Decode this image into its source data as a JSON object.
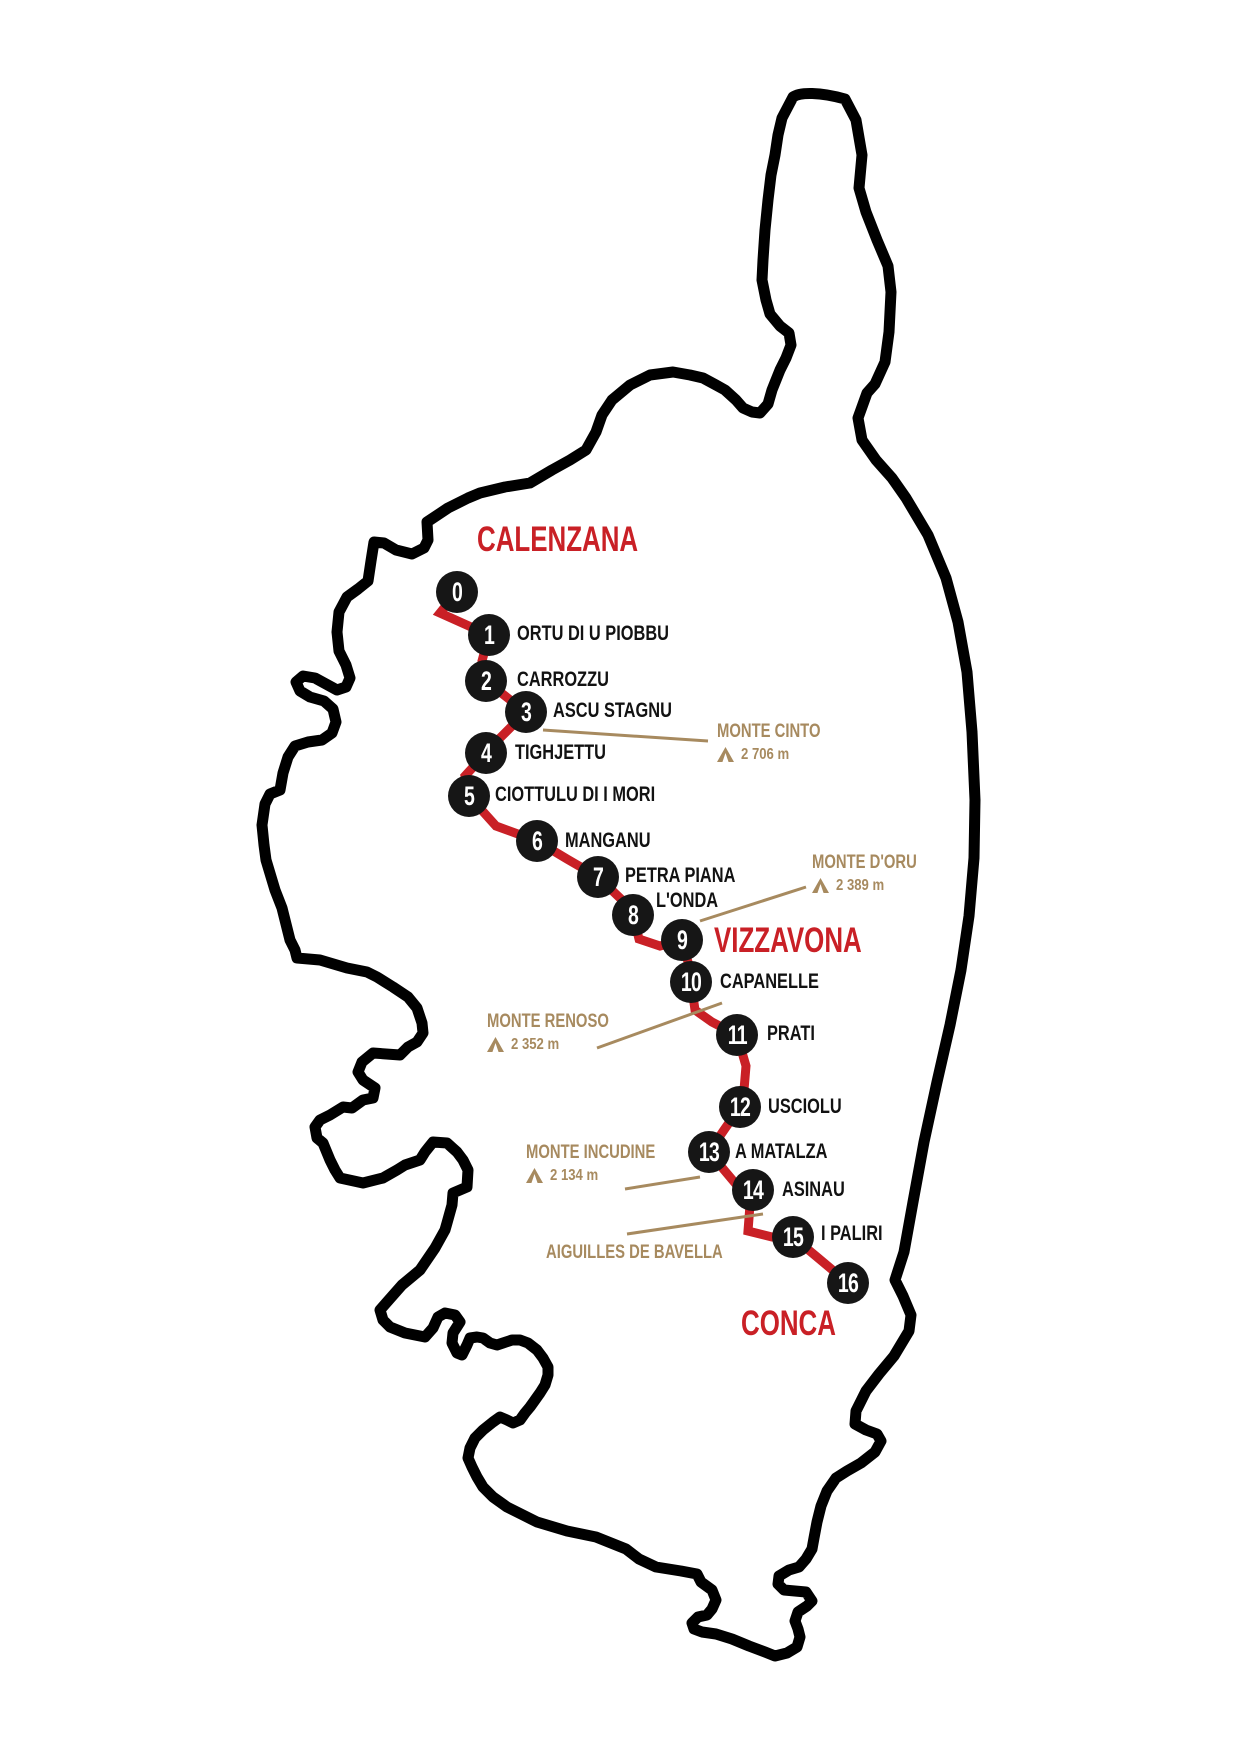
{
  "colors": {
    "trail_red": "#c92026",
    "town_red": "#c92026",
    "stage_label_black": "#121212",
    "peak_tan": "#a78a5f",
    "circle_fill": "#161616",
    "circle_number_white": "#ffffff",
    "island_outline_black": "#000000"
  },
  "towns": [
    {
      "name": "CALENZANA"
    },
    {
      "name": "VIZZAVONA"
    },
    {
      "name": "CONCA"
    }
  ],
  "stages": [
    {
      "num": "0",
      "label": ""
    },
    {
      "num": "1",
      "label": "ORTU DI U PIOBBU"
    },
    {
      "num": "2",
      "label": "CARROZZU"
    },
    {
      "num": "3",
      "label": "ASCU STAGNU"
    },
    {
      "num": "4",
      "label": "TIGHJETTU"
    },
    {
      "num": "5",
      "label": "CIOTTULU DI I MORI"
    },
    {
      "num": "6",
      "label": "MANGANU"
    },
    {
      "num": "7",
      "label": "PETRA PIANA"
    },
    {
      "num": "8",
      "label": "L'ONDA"
    },
    {
      "num": "9",
      "label": ""
    },
    {
      "num": "10",
      "label": "CAPANELLE"
    },
    {
      "num": "11",
      "label": "PRATI"
    },
    {
      "num": "12",
      "label": "USCIOLU"
    },
    {
      "num": "13",
      "label": "A MATALZA"
    },
    {
      "num": "14",
      "label": "ASINAU"
    },
    {
      "num": "15",
      "label": "I PALIRI"
    },
    {
      "num": "16",
      "label": ""
    }
  ],
  "peaks": [
    {
      "name": "MONTE CINTO",
      "elevation": "2 706 m"
    },
    {
      "name": "MONTE D'ORU",
      "elevation": "2 389 m"
    },
    {
      "name": "MONTE RENOSO",
      "elevation": "2 352 m"
    },
    {
      "name": "MONTE INCUDINE",
      "elevation": "2 134 m"
    },
    {
      "name": "AIGUILLES DE BAVELLA",
      "elevation": ""
    }
  ]
}
